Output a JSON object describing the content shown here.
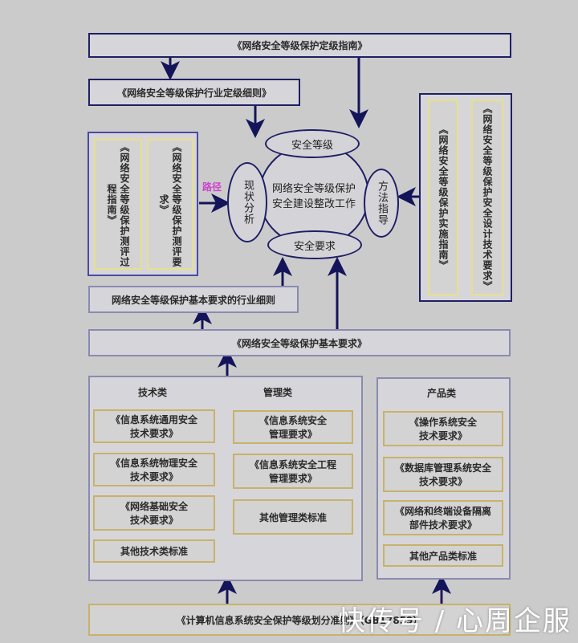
{
  "top": {
    "grading_guide": "《网络安全等级保护定级指南》",
    "industry_grading_rules": "《网络安全等级保护行业定级细则》"
  },
  "left_group": {
    "assessment_process_guide": "《网络安全等级保护测评过程指南》",
    "assessment_requirements": "《网络安全等级保护测评要求》",
    "path_label": "路径"
  },
  "center": {
    "core": "网络安全等级保护安全建设整改工作",
    "core_line1": "网络安全等级保护",
    "core_line2": "安全建设整改工作",
    "top_ellipse": "安全等级",
    "bottom_ellipse": "安全要求",
    "left_ellipse": "现状分析",
    "right_ellipse": "方法指导"
  },
  "right_group": {
    "implementation_guide": "《网络安全等级保护实施指南》",
    "design_tech_requirements": "《网络安全等级保护安全设计技术要求》"
  },
  "middle": {
    "basic_req_industry_rules": "网络安全等级保护基本要求的行业细则",
    "basic_requirements": "《网络安全等级保护基本要求》"
  },
  "tech_mgmt_group": {
    "tech_heading": "技术类",
    "mgmt_heading": "管理类",
    "tech_items": [
      {
        "line1": "《信息系统通用安全",
        "line2": "技术要求》"
      },
      {
        "line1": "《信息系统物理安全",
        "line2": "技术要求》"
      },
      {
        "line1": "《网络基础安全",
        "line2": "技术要求》"
      },
      {
        "line1": "其他技术类标准",
        "line2": ""
      }
    ],
    "mgmt_items": [
      {
        "line1": "《信息系统安全",
        "line2": "管理要求》"
      },
      {
        "line1": "《信息系统安全工程",
        "line2": "管理要求》"
      },
      {
        "line1": "其他管理类标准",
        "line2": ""
      }
    ]
  },
  "product_group": {
    "heading": "产品类",
    "items": [
      {
        "line1": "《操作系统安全",
        "line2": "技术要求》"
      },
      {
        "line1": "《数据库管理系统安全",
        "line2": "技术要求》"
      },
      {
        "line1": "《网络和终端设备隔离",
        "line2": "部件技术要求》"
      },
      {
        "line1": "其他产品类标准",
        "line2": ""
      }
    ]
  },
  "bottom": {
    "classification_criteria": "《计算机信息系统安全保护等级划分准则》（GB17859）"
  },
  "watermark": "快传号 / 心周企服",
  "colors": {
    "background": "#cbcbcb",
    "navy_border": "#1f1f66",
    "gold_border": "#c8b26a",
    "path_label": "#cc44cc"
  }
}
